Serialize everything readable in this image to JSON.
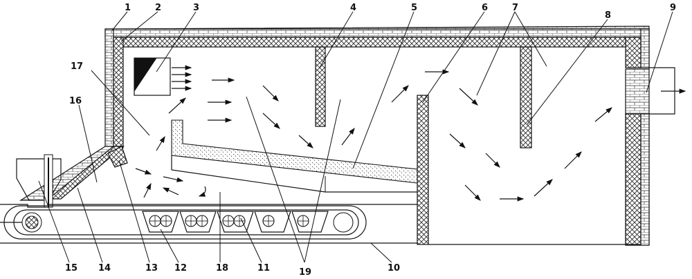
{
  "labels": [
    {
      "id": "1",
      "text": "1"
    },
    {
      "id": "2",
      "text": "2"
    },
    {
      "id": "3",
      "text": "3"
    },
    {
      "id": "4",
      "text": "4"
    },
    {
      "id": "5",
      "text": "5"
    },
    {
      "id": "6",
      "text": "6"
    },
    {
      "id": "7",
      "text": "7"
    },
    {
      "id": "8",
      "text": "8"
    },
    {
      "id": "9",
      "text": "9"
    },
    {
      "id": "10",
      "text": "10"
    },
    {
      "id": "11",
      "text": "11"
    },
    {
      "id": "12",
      "text": "12"
    },
    {
      "id": "13",
      "text": "13"
    },
    {
      "id": "14",
      "text": "14"
    },
    {
      "id": "15",
      "text": "15"
    },
    {
      "id": "16",
      "text": "16"
    },
    {
      "id": "17",
      "text": "17"
    },
    {
      "id": "18",
      "text": "18"
    },
    {
      "id": "19",
      "text": "19"
    }
  ]
}
